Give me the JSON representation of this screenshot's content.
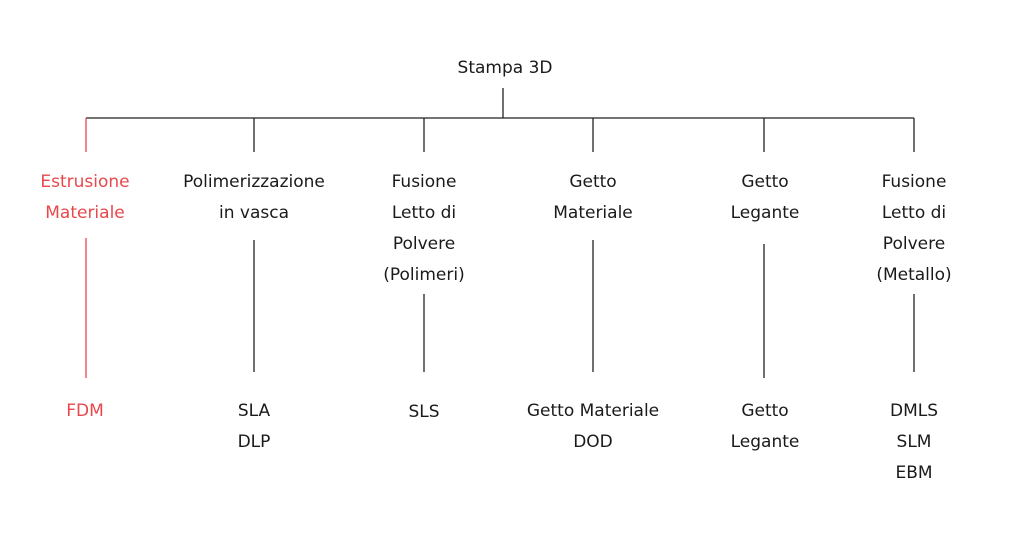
{
  "root": {
    "label": "Stampa 3D"
  },
  "highlight_color": "#e8484b",
  "text_color": "#1a1a1a",
  "categories": [
    {
      "id": "estrusione",
      "title_lines": [
        "Estrusione",
        "Materiale"
      ],
      "technologies": [
        "FDM"
      ],
      "highlighted": true
    },
    {
      "id": "polimerizzazione",
      "title_lines": [
        "Polimerizzazione",
        "in vasca"
      ],
      "technologies": [
        "SLA",
        "DLP"
      ],
      "highlighted": false
    },
    {
      "id": "fusione-polimeri",
      "title_lines": [
        "Fusione",
        "Letto di",
        "Polvere",
        "(Polimeri)"
      ],
      "technologies": [
        "SLS"
      ],
      "highlighted": false
    },
    {
      "id": "getto-materiale",
      "title_lines": [
        "Getto",
        "Materiale"
      ],
      "technologies": [
        "Getto Materiale",
        "DOD"
      ],
      "highlighted": false
    },
    {
      "id": "getto-legante",
      "title_lines": [
        "Getto",
        "Legante"
      ],
      "technologies": [
        "Getto",
        "Legante"
      ],
      "highlighted": false
    },
    {
      "id": "fusione-metallo",
      "title_lines": [
        "Fusione",
        "Letto di",
        "Polvere",
        "(Metallo)"
      ],
      "technologies": [
        "DMLS",
        "SLM",
        "EBM"
      ],
      "highlighted": false
    }
  ]
}
